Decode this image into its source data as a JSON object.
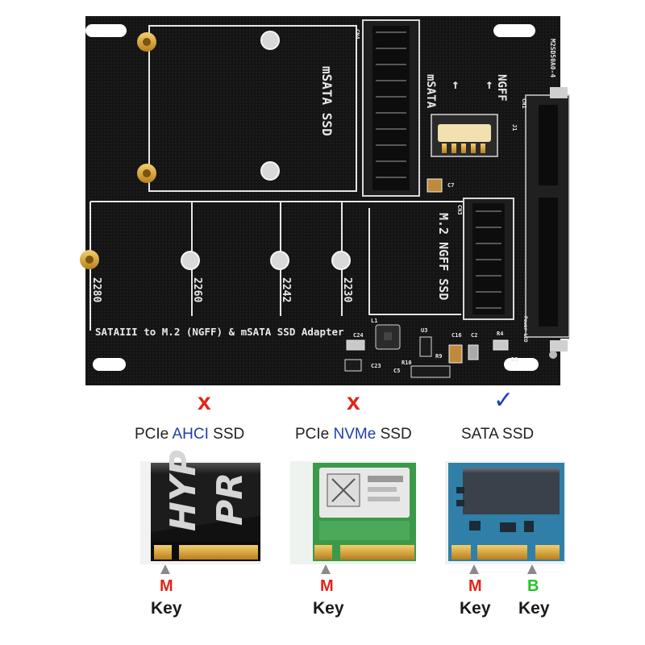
{
  "board": {
    "title": "SATAIII to M.2 (NGFF) & mSATA SSD Adapter",
    "msata_slot_label": "mSATA SSD",
    "ngff_slot_label": "M.2  NGFF SSD",
    "switch_label_left": "mSATA",
    "switch_label_right": "NGFF",
    "model": "M2SD50A0-4",
    "cn4": "CN4",
    "cn3": "CN3",
    "cn1": "CN1",
    "j1": "J1",
    "sizes": [
      "2280",
      "2260",
      "2242",
      "2230"
    ],
    "components": [
      "C24",
      "L1",
      "U3",
      "C16",
      "C2",
      "R4",
      "C7",
      "C23",
      "C5",
      "R10",
      "R9",
      "D3",
      "Power LED"
    ]
  },
  "compat": [
    {
      "mark": "x",
      "mark_color": "#e0241b",
      "prefix": "PCIe ",
      "highlight": "AHCI",
      "suffix": " SSD",
      "keys": [
        {
          "letter": "M",
          "color": "#e0241b",
          "label": "Key"
        }
      ]
    },
    {
      "mark": "x",
      "mark_color": "#e0241b",
      "prefix": "PCIe ",
      "highlight": "NVMe",
      "suffix": " SSD",
      "keys": [
        {
          "letter": "M",
          "color": "#e0241b",
          "label": "Key"
        }
      ]
    },
    {
      "mark": "✓",
      "mark_color": "#1a3fc4",
      "prefix": "SATA SSD",
      "highlight": "",
      "suffix": "",
      "keys": [
        {
          "letter": "M",
          "color": "#e0241b",
          "label": "Key"
        },
        {
          "letter": "B",
          "color": "#23c22a",
          "label": "Key"
        }
      ]
    }
  ],
  "ssd_prints": {
    "hyperx_a": "HYP",
    "hyperx_b": "PR"
  },
  "colors": {
    "pcb": "#111111",
    "silk": "#e6e6e6",
    "gold": "#d9a23a",
    "red": "#e0241b",
    "blue": "#1a3fc4",
    "green": "#23c22a",
    "ssd_green": "#3b9a4a",
    "ssd_blue": "#2f7fa8"
  }
}
